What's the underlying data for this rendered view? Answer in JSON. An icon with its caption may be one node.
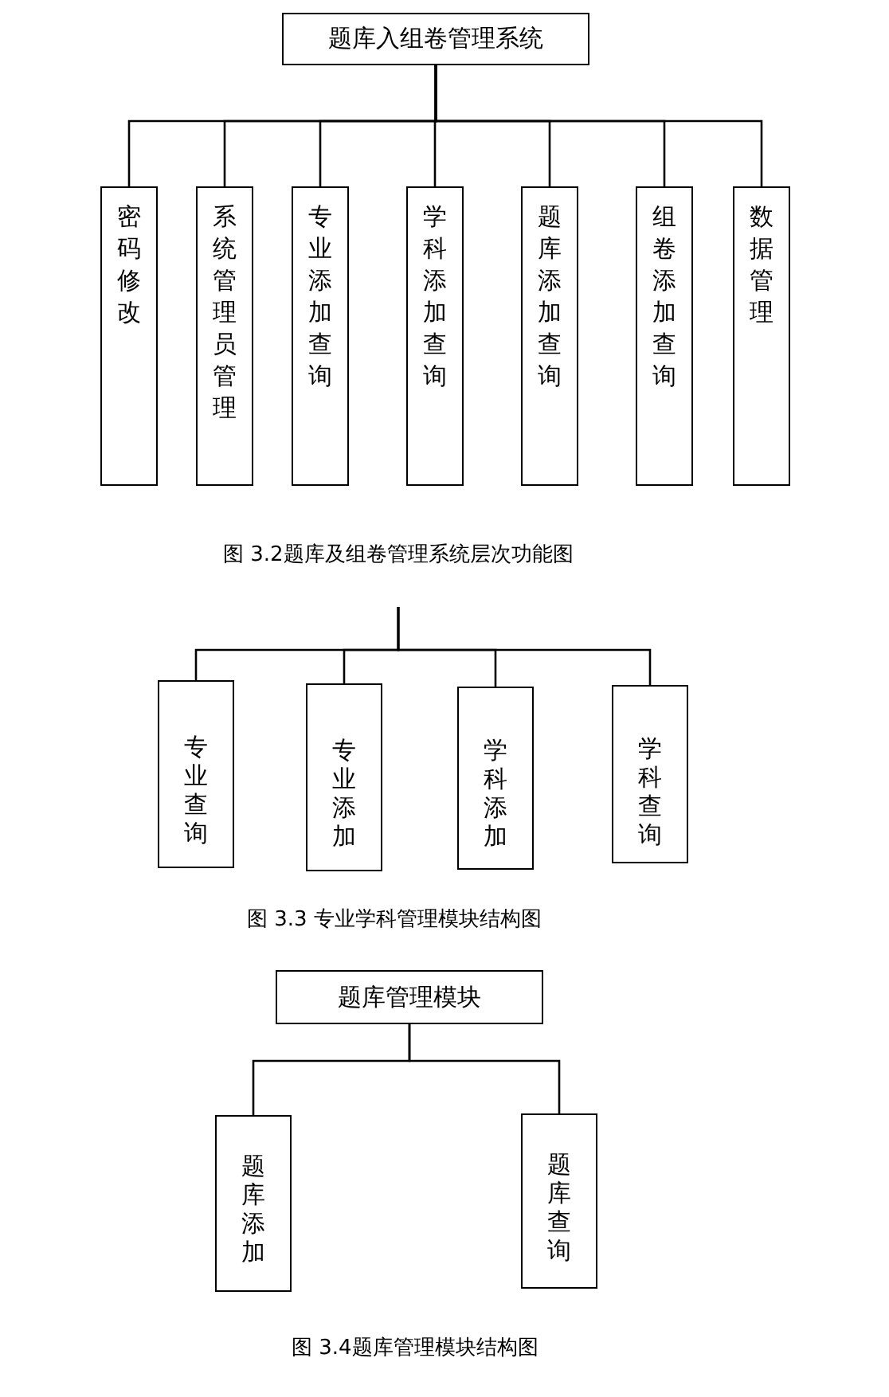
{
  "diagram": {
    "nodes": [
      {
        "text": [
          "题库入组卷管理系统"
        ]
      },
      {
        "text": [
          "密码修改"
        ]
      },
      {
        "text": [
          "系统管理员管理"
        ]
      },
      {
        "text": [
          "专业添加查询"
        ]
      },
      {
        "text": [
          "学科添加查询"
        ]
      },
      {
        "text": [
          "题库添加查询"
        ]
      },
      {
        "text": [
          "组卷添加查询"
        ]
      },
      {
        "text": [
          "数据管理"
        ]
      },
      {
        "text": [
          "专业查询"
        ]
      },
      {
        "text": [
          "专业添加"
        ]
      },
      {
        "text": [
          "学科添加"
        ]
      },
      {
        "text": [
          "学科查询"
        ]
      },
      {
        "text": [
          "题库管理模块"
        ]
      },
      {
        "text": [
          "题库添加"
        ]
      },
      {
        "text": [
          "题库查询"
        ]
      }
    ],
    "edges": [
      {
        "from": 0,
        "to": 1,
        "arrow": "none"
      },
      {
        "from": 0,
        "to": 2,
        "arrow": "none"
      },
      {
        "from": 0,
        "to": 3,
        "arrow": "none"
      },
      {
        "from": 0,
        "to": 4,
        "arrow": "none"
      },
      {
        "from": 0,
        "to": 5,
        "arrow": "none"
      },
      {
        "from": 0,
        "to": 6,
        "arrow": "none"
      },
      {
        "from": 0,
        "to": 7,
        "arrow": "none"
      },
      {
        "from": null,
        "to": 8,
        "arrow": "none"
      },
      {
        "from": null,
        "to": 9,
        "arrow": "none"
      },
      {
        "from": null,
        "to": 10,
        "arrow": "none"
      },
      {
        "from": null,
        "to": 11,
        "arrow": "none"
      },
      {
        "from": 12,
        "to": 13,
        "arrow": "none"
      },
      {
        "from": 12,
        "to": 14,
        "arrow": "none"
      }
    ],
    "labels": [
      "图 3.2题库及组卷管理系统层次功能图",
      "图 3.3 专业学科管理模块结构图",
      "图 3.4题库管理模块结构图"
    ]
  }
}
